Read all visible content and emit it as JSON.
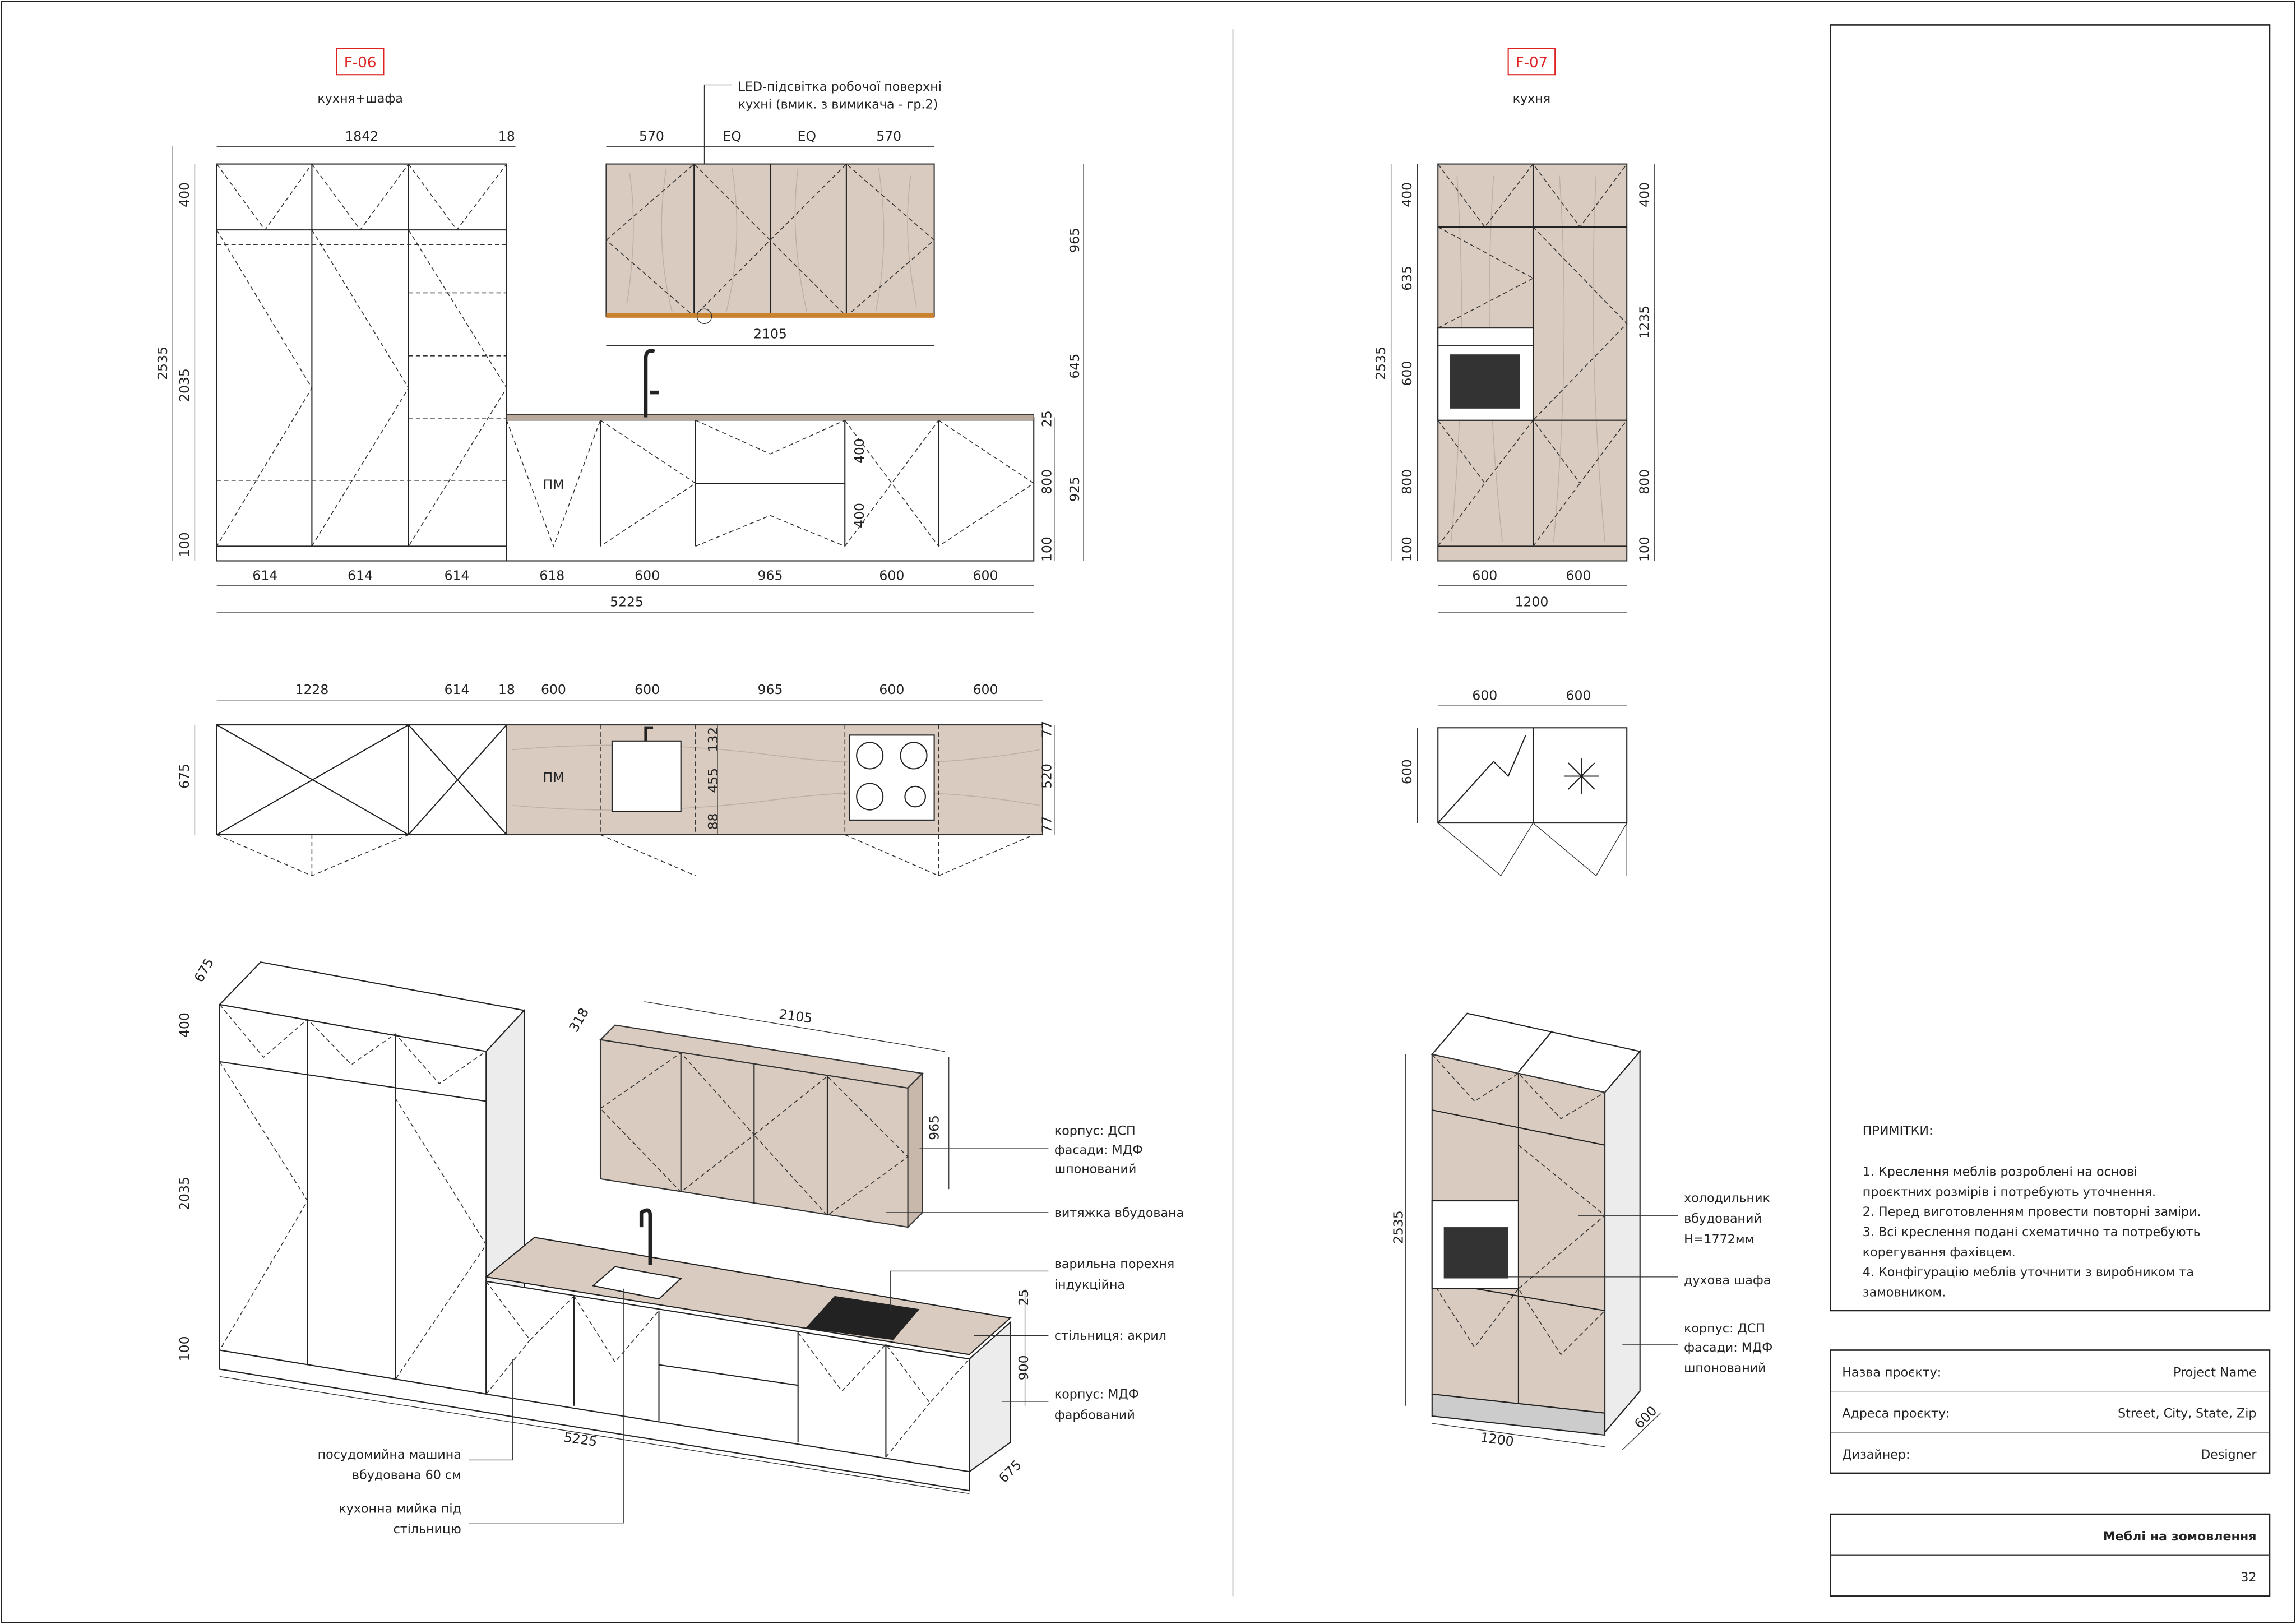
{
  "f06": {
    "tag": "F-06",
    "subtitle": "кухня+шафа",
    "led_note": [
      "LED-підсвітка робочої поверхні",
      "кухні (вмик. з вимикача - гр.2)"
    ],
    "pm_label": "ПМ",
    "elevation_dims": [
      "1842",
      "18",
      "570",
      "EQ",
      "EQ",
      "570",
      "2105",
      "614",
      "614",
      "614",
      "618",
      "600",
      "965",
      "600",
      "600",
      "5225",
      "2535",
      "400",
      "2035",
      "100",
      "965",
      "645",
      "25",
      "800",
      "925",
      "100",
      "400",
      "400"
    ],
    "plan_dims": [
      "1228",
      "614",
      "18",
      "600",
      "600",
      "965",
      "600",
      "600",
      "675",
      "132",
      "455",
      "88",
      "77",
      "520",
      "77"
    ],
    "iso_dims": [
      "675",
      "400",
      "2035",
      "100",
      "318",
      "2105",
      "965",
      "25",
      "900",
      "5225",
      "675"
    ],
    "callouts": {
      "upper_material": [
        "корпус: ДСП",
        "фасади: МДФ",
        "шпонований"
      ],
      "hood": "витяжка вбудована",
      "hob": [
        "варильна порехня",
        "індукційна"
      ],
      "countertop": "стільниця: акрил",
      "base_material": [
        "корпус: МДФ",
        "фарбований"
      ],
      "dishwasher": [
        "посудомийна машина",
        "вбудована 60 см"
      ],
      "sink": [
        "кухонна мийка під",
        "стільницю"
      ]
    }
  },
  "f07": {
    "tag": "F-07",
    "subtitle": "кухня",
    "elevation_dims": [
      "400",
      "635",
      "600",
      "800",
      "100",
      "2535",
      "400",
      "1235",
      "800",
      "100",
      "600",
      "600",
      "1200"
    ],
    "plan_dims": [
      "600",
      "600",
      "600"
    ],
    "iso_dims": [
      "2535",
      "1200",
      "600"
    ],
    "callouts": {
      "fridge": [
        "холодильник",
        "вбудований",
        "H=1772мм"
      ],
      "oven": "духова шафа",
      "material": [
        "корпус: ДСП",
        "фасади: МДФ",
        "шпонований"
      ]
    }
  },
  "notes": {
    "title": "ПРИМІТКИ:",
    "lines": [
      "1. Креслення меблів розроблені на основі",
      "проєктних розмірів і потребують уточнення.",
      "2. Перед виготовленням провести повторні заміри.",
      "3. Всі креслення подані схематично та потребують",
      "корегування фахівцем.",
      "4. Конфігурацію меблів уточнити з виробником та",
      "замовником."
    ]
  },
  "title_block": {
    "rows": [
      {
        "label": "Назва проєкту:",
        "value": "Project Name"
      },
      {
        "label": "Адреса проєкту:",
        "value": "Street, City, State, Zip"
      },
      {
        "label": "Дизайнер:",
        "value": "Designer"
      }
    ],
    "sheet_title": "Меблі на зомовлення",
    "page_number": "32"
  },
  "colors": {
    "tag_red": "#dd2222",
    "wood": "#d9cbc0",
    "led_strip": "#c9822e"
  }
}
